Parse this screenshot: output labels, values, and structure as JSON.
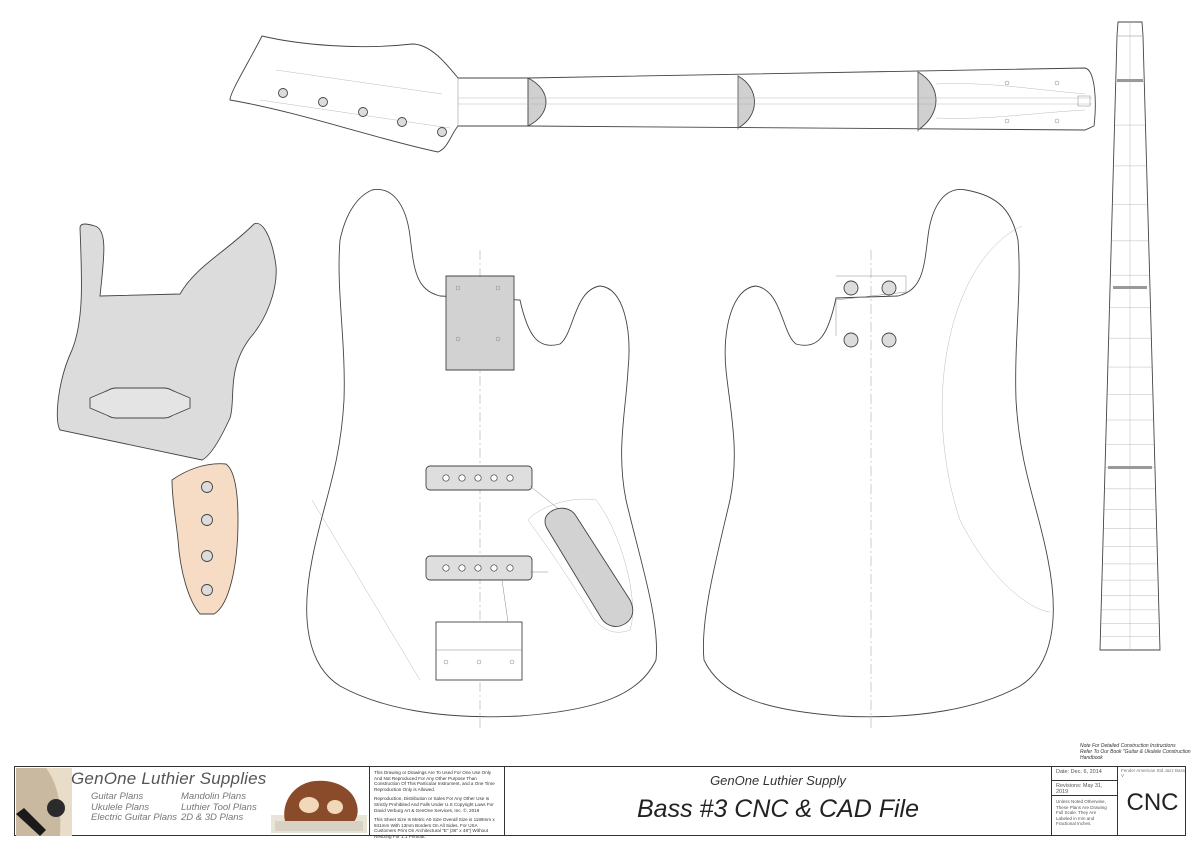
{
  "drawing": {
    "note": [
      "Note For Detailed Construction Instructions",
      "Refer To Our Book \"Guitar & Ukulele Construction",
      "Handbook"
    ]
  },
  "title_block": {
    "company": "GenOne Luthier Supplies",
    "plans_left": [
      "Guitar Plans",
      "Ukulele Plans",
      "Electric Guitar Plans"
    ],
    "plans_right": [
      "Mandolin Plans",
      "Luthier Tool Plans",
      "2D & 3D Plans"
    ],
    "legal_1": "This Drawing or Drawings Are To Used For One Use Only And Not Reproduced For Any Other Purpose Than Construction Of This Particular Instrument, and a One Time Reproduction Only is Allowed.",
    "legal_2": "Reproduction, Distribution or Sales For Any Other Use Is Strictly Prohibited And Falls Under U.S Copyright Laws For David Verburg Art & GenOne Services, Inc. ©, 2019",
    "legal_3": "This Sheet Size Is Metric A0 Size Overall Size is 1189mm x 841mm With 13mm Borders On All Sides. For USA Customers Print On Architectural \"E\" (36\" x 48\") Without Resizing For 1:1 Printout.",
    "subtitle": "GenOne Luthier Supply",
    "title": "Bass #3 CNC & CAD File",
    "date": "Date: Dec. 6, 2014",
    "revisions": "Revisions: May 31, 2019",
    "units_note": "Unless Noted Otherwise, These Plans Are Drawing Full Scale. They Are Labeled in mm and Fractional Inches.",
    "model": "Fender American Std Jazz Bass V",
    "cnc": "CNC"
  }
}
